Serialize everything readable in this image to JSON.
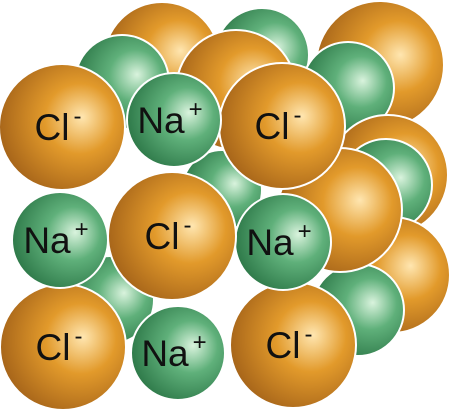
{
  "colors": {
    "chloride": "#e29a2b",
    "chloride_highlight": "#ffe6b0",
    "chloride_shadow": "#a8661a",
    "sodium": "#5fb07a",
    "sodium_highlight": "#d9f3dd",
    "sodium_shadow": "#2f7a4a",
    "outline": "#ffffff",
    "text": "#111111"
  },
  "labels": {
    "chloride": {
      "symbol": "Cl",
      "charge": "-"
    },
    "sodium": {
      "symbol": "Na",
      "charge": "+"
    }
  },
  "ions": [
    {
      "name": "cl-back-1",
      "type": "chloride",
      "labeled": false
    },
    {
      "name": "na-back-1",
      "type": "sodium",
      "labeled": false
    },
    {
      "name": "cl-back-2",
      "type": "chloride",
      "labeled": false
    },
    {
      "name": "na-back-2",
      "type": "sodium",
      "labeled": false
    },
    {
      "name": "cl-back-3",
      "type": "chloride",
      "labeled": false
    },
    {
      "name": "na-back-3",
      "type": "sodium",
      "labeled": false
    },
    {
      "name": "cl-back-4",
      "type": "chloride",
      "labeled": false
    },
    {
      "name": "na-back-4",
      "type": "sodium",
      "labeled": false
    },
    {
      "name": "cl-back-5",
      "type": "chloride",
      "labeled": false
    },
    {
      "name": "na-back-5",
      "type": "sodium",
      "labeled": false
    },
    {
      "name": "na-back-6",
      "type": "sodium",
      "labeled": false
    },
    {
      "name": "cl-back-6",
      "type": "chloride",
      "labeled": false
    },
    {
      "name": "na-back-7",
      "type": "sodium",
      "labeled": false
    },
    {
      "name": "cl-front-top-left",
      "type": "chloride",
      "labeled": true
    },
    {
      "name": "cl-front-top-right",
      "type": "chloride",
      "labeled": true
    },
    {
      "name": "cl-front-bottom-left",
      "type": "chloride",
      "labeled": true
    },
    {
      "name": "cl-front-bottom-right",
      "type": "chloride",
      "labeled": true
    },
    {
      "name": "na-front-top-mid",
      "type": "sodium",
      "labeled": true
    },
    {
      "name": "na-front-mid-left",
      "type": "sodium",
      "labeled": true
    },
    {
      "name": "na-front-mid-right",
      "type": "sodium",
      "labeled": true
    },
    {
      "name": "na-front-bottom-mid",
      "type": "sodium",
      "labeled": true
    },
    {
      "name": "cl-front-center",
      "type": "chloride",
      "labeled": true
    }
  ]
}
